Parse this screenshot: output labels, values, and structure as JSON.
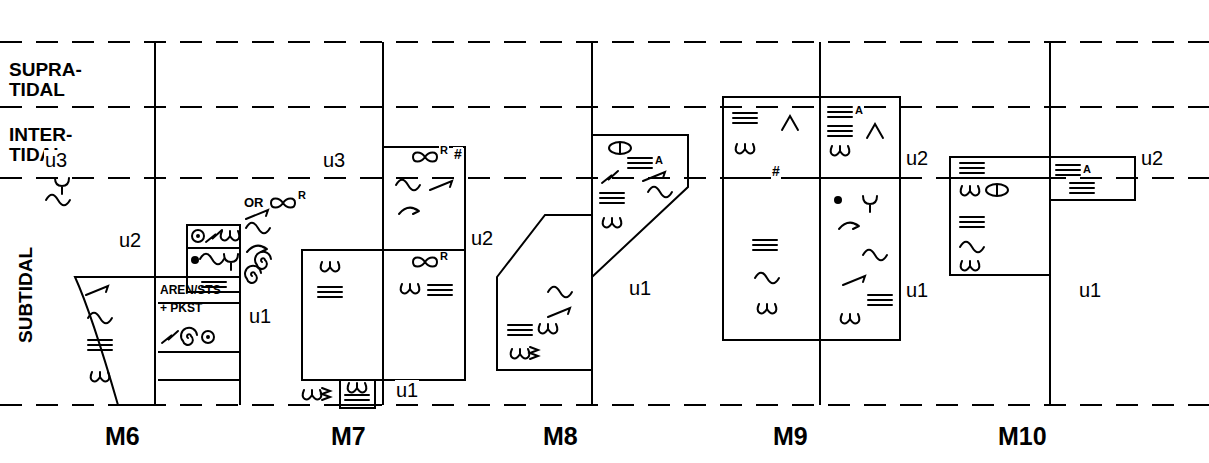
{
  "diagram": {
    "nodes": [
      {
        "text": [
          "AREN/STS + PKST"
        ]
      }
    ],
    "labels": [
      "SUPRA- TIDAL",
      "INTER- TIDAL",
      "SUBTIDAL",
      "u3",
      "u2",
      "u1",
      "OR",
      "R",
      "u3",
      "R",
      "#",
      "R",
      "u2",
      "u1",
      "u1",
      "A",
      "#",
      "A",
      "u2",
      "u1",
      "A",
      "u2",
      "u1",
      "M6",
      "M7",
      "M8",
      "M9",
      "M10"
    ]
  }
}
